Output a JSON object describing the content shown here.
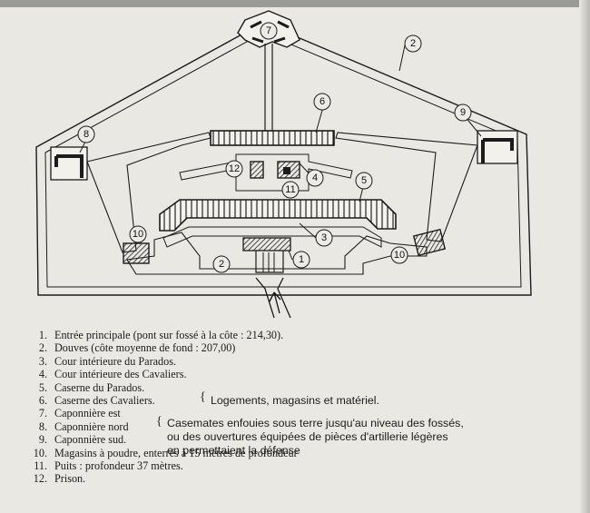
{
  "callouts": [
    "1",
    "2",
    "2",
    "3",
    "4",
    "5",
    "6",
    "7",
    "8",
    "9",
    "10",
    "10",
    "11",
    "12"
  ],
  "legend": [
    {
      "num": "1.",
      "text": "Entrée principale (pont sur fossé à la côte : 214,30)."
    },
    {
      "num": "2.",
      "text": "Douves (côte moyenne de fond : 207,00)"
    },
    {
      "num": "3.",
      "text": "Cour intérieure du Parados."
    },
    {
      "num": "4.",
      "text": "Cour intérieure des Cavaliers."
    },
    {
      "num": "5.",
      "text": "Caserne du Parados."
    },
    {
      "num": "6.",
      "text": "Caserne des Cavaliers."
    },
    {
      "num": "7.",
      "text": "Caponnière est"
    },
    {
      "num": "8.",
      "text": "Caponnière nord"
    },
    {
      "num": "9.",
      "text": "Caponnière sud."
    },
    {
      "num": "10.",
      "text": "Magasins à poudre, enterrés à 15 mètres de profondeur"
    },
    {
      "num": "11.",
      "text": "Puits : profondeur 37 mètres."
    },
    {
      "num": "12.",
      "text": "Prison."
    }
  ],
  "notes": {
    "casernes": "Logements, magasins et matériel.",
    "caponnieres_1": "Casemates enfouies sous terre jusqu'au niveau des fossés,",
    "caponnieres_2": "ou des ouvertures équipées de pièces d'artillerie légères",
    "caponnieres_3": "en permettaient la défense"
  }
}
